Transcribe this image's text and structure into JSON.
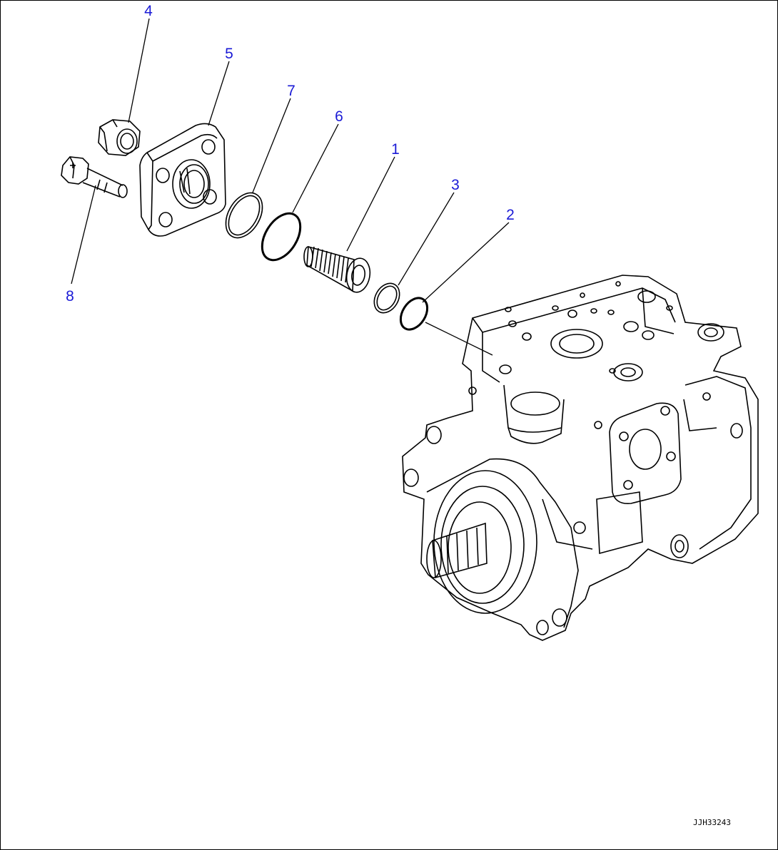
{
  "colors": {
    "callout": "#1a1ad6",
    "line": "#000000",
    "background": "#ffffff"
  },
  "callouts": {
    "c1": "1",
    "c2": "2",
    "c3": "3",
    "c4": "4",
    "c5": "5",
    "c6": "6",
    "c7": "7",
    "c8": "8"
  },
  "drawing_code": "JJH33243"
}
